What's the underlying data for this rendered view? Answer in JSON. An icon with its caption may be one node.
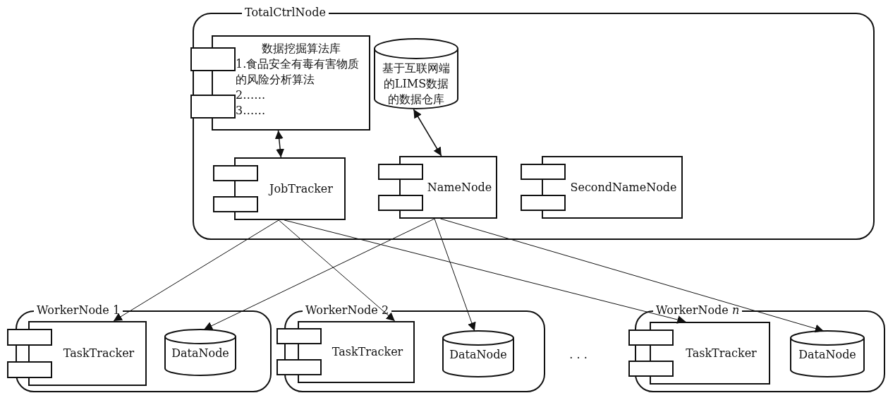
{
  "diagram": {
    "nodes": [
      {
        "text": [
          "TotalCtrlNode"
        ]
      },
      {
        "text": [
          "数据挖掘算法库",
          "1.食品安全有毒有害物质的风险分析算法",
          "2……",
          "3……"
        ],
        "in": 0
      },
      {
        "text": [
          "基于互联网端的LIMS数据的数据仓库"
        ],
        "in": 0
      },
      {
        "text": [
          "JobTracker"
        ],
        "in": 0
      },
      {
        "text": [
          "NameNode"
        ],
        "in": 0
      },
      {
        "text": [
          "SecondNameNode"
        ],
        "in": 0
      },
      {
        "text": [
          "WorkerNode 1"
        ]
      },
      {
        "text": [
          "TaskTracker"
        ],
        "in": 6
      },
      {
        "text": [
          "DataNode"
        ],
        "in": 6
      },
      {
        "text": [
          "WorkerNode 2"
        ]
      },
      {
        "text": [
          "TaskTracker"
        ],
        "in": 9
      },
      {
        "text": [
          "DataNode"
        ],
        "in": 9
      },
      {
        "text": [
          "WorkerNode *n*"
        ]
      },
      {
        "text": [
          "TaskTracker"
        ],
        "in": 12
      },
      {
        "text": [
          "DataNode"
        ],
        "in": 12
      }
    ],
    "edges": [
      {
        "from": 1,
        "to": 3,
        "arrow": "both"
      },
      {
        "from": 2,
        "to": 4,
        "arrow": "both"
      },
      {
        "from": 3,
        "to": 7,
        "arrow": "to"
      },
      {
        "from": 3,
        "to": 10,
        "arrow": "to"
      },
      {
        "from": 3,
        "to": 13,
        "arrow": "to"
      },
      {
        "from": 4,
        "to": 8,
        "arrow": "to"
      },
      {
        "from": 4,
        "to": 11,
        "arrow": "to"
      },
      {
        "from": 4,
        "to": 14,
        "arrow": "to"
      }
    ],
    "labels": [
      ". . ."
    ]
  }
}
